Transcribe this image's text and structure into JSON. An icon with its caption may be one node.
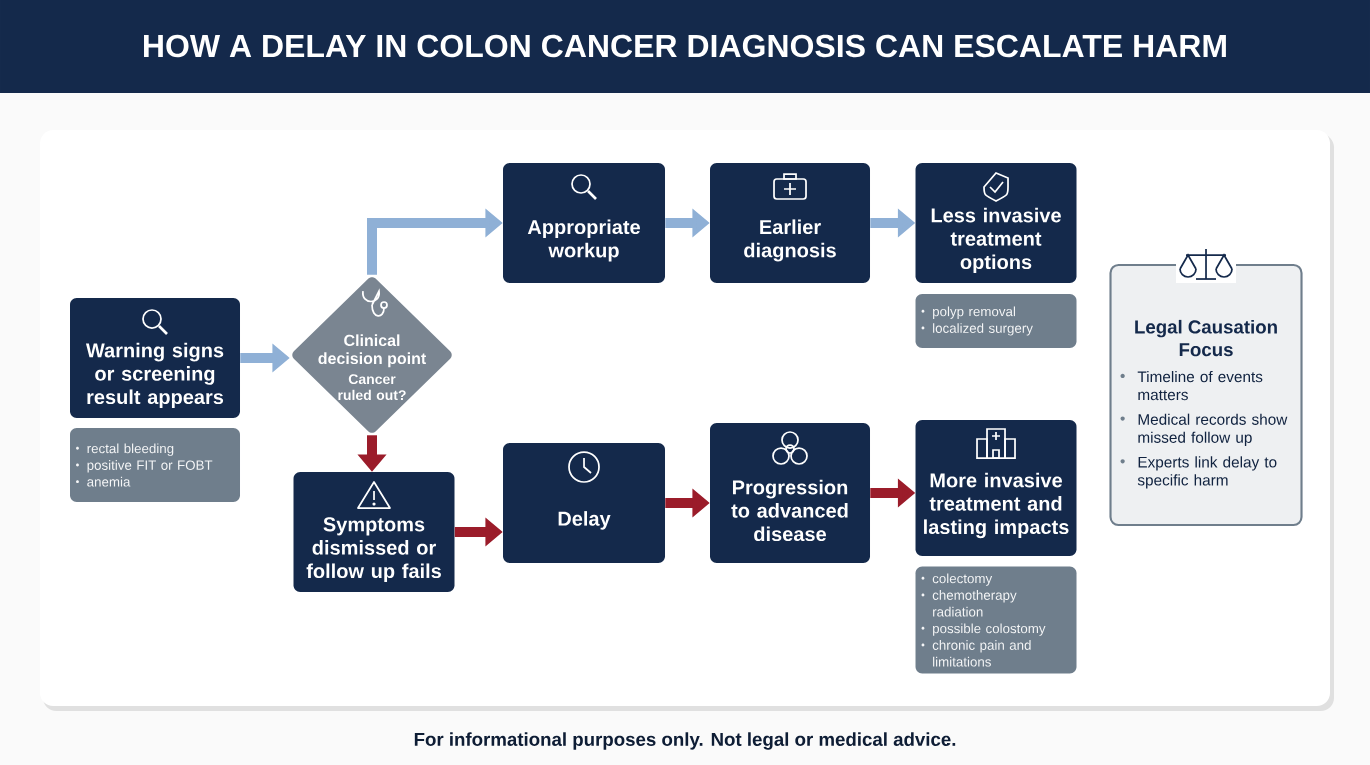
{
  "diagram": {
    "title": "HOW A DELAY IN COLON CANCER DIAGNOSIS CAN ESCALATE HARM",
    "caption": "For informational purposes only. Not legal or medical advice.",
    "nodes": [
      {
        "text": [
          "Warning signs or screening result appears"
        ]
      },
      {
        "text": [
          "rectal bleeding",
          "positive FIT or FOBT",
          "anemia"
        ]
      },
      {
        "text": [
          "Clinical decision point",
          "Cancer ruled out?"
        ]
      },
      {
        "text": [
          "Appropriate workup"
        ]
      },
      {
        "text": [
          "Earlier diagnosis"
        ]
      },
      {
        "text": [
          "Less invasive treatment options"
        ]
      },
      {
        "text": [
          "polyp removal",
          "localized surgery"
        ]
      },
      {
        "text": [
          "Symptoms dismissed or follow up fails"
        ]
      },
      {
        "text": [
          "Delay"
        ]
      },
      {
        "text": [
          "Progression to advanced disease"
        ]
      },
      {
        "text": [
          "More invasive treatment and lasting impacts"
        ]
      },
      {
        "text": [
          "colectomy",
          "chemotherapy radiation",
          "possible colostomy",
          "chronic pain and limitations"
        ]
      },
      {
        "text": [
          "Legal Causation Focus",
          "Timeline of events matters",
          "Medical records show missed follow up",
          "Experts link delay to specific harm"
        ]
      }
    ],
    "edges": [
      {
        "from": 0,
        "to": 2,
        "arrow": "to"
      },
      {
        "from": 2,
        "to": 3,
        "arrow": "to"
      },
      {
        "from": 3,
        "to": 4,
        "arrow": "to"
      },
      {
        "from": 4,
        "to": 5,
        "arrow": "to"
      },
      {
        "from": 2,
        "to": 7,
        "arrow": "to",
        "color": "#9b1c2a"
      },
      {
        "from": 7,
        "to": 8,
        "arrow": "to",
        "color": "#9b1c2a"
      },
      {
        "from": 8,
        "to": 9,
        "arrow": "to",
        "color": "#9b1c2a"
      },
      {
        "from": 9,
        "to": 10,
        "arrow": "to",
        "color": "#9b1c2a"
      }
    ]
  }
}
